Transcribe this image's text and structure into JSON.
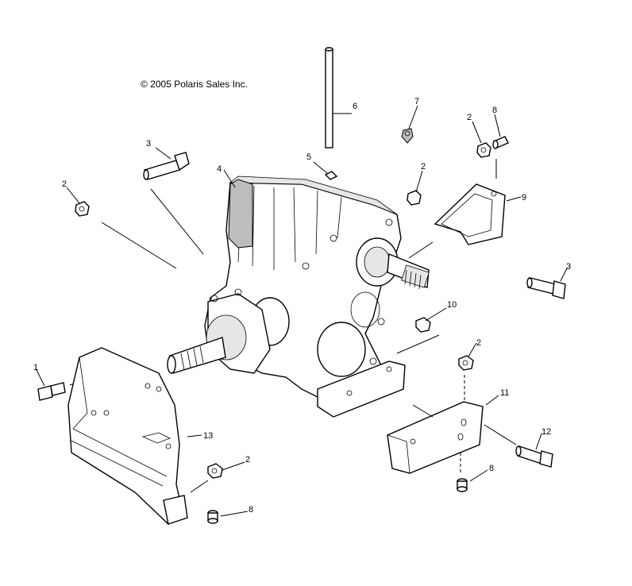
{
  "copyright": "© 2005 Polaris Sales Inc.",
  "callouts": [
    "1",
    "2",
    "3",
    "4",
    "5",
    "6",
    "7",
    "8",
    "9",
    "10",
    "11",
    "12",
    "13"
  ],
  "labels": {
    "c1": "1",
    "c2a": "2",
    "c2b": "2",
    "c2c": "2",
    "c2d": "2",
    "c2e": "2",
    "c3a": "3",
    "c3b": "3",
    "c4": "4",
    "c5": "5",
    "c6": "6",
    "c7": "7",
    "c8a": "8",
    "c8b": "8",
    "c8c": "8",
    "c9": "9",
    "c10": "10",
    "c11": "11",
    "c12": "12",
    "c13": "13"
  }
}
